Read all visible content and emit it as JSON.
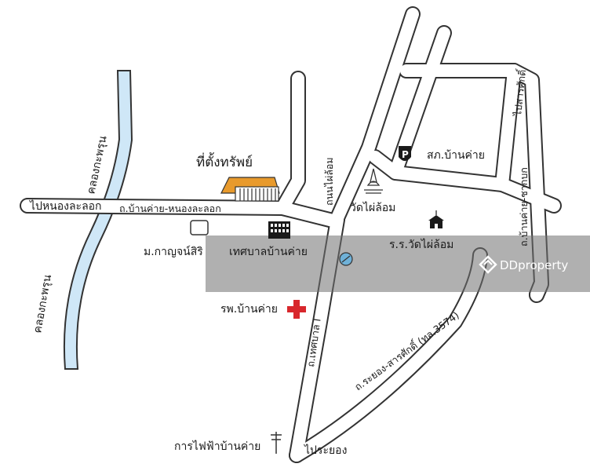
{
  "labels": {
    "property": "ที่ตั้งทรัพย์",
    "to_nong_la_lok": "ไปหนองละลอก",
    "road_ban_khai_nong_la_lok": "ถ.บ้านค่าย-หนองละลอก",
    "khlong_1": "คลองกะพรุน",
    "khlong_2": "คลองกะพรุน",
    "moo_ban": "ม.กาญจน์สิริ",
    "municipality": "เทศบาลบ้านค่าย",
    "hospital": "รพ.บ้านค่าย",
    "electric": "การไฟฟ้าบ้านค่าย",
    "to_rayong": "ไประยอง",
    "road_thetsaban": "ถ.เทศบาล I",
    "road_rayong_sarasak": "ถ.ระยอง-สารศักดิ์ (ทล.3574)",
    "road_phai_lom": "ถนนไผ่ล้อม",
    "road_pho_sarasak": "ไปสารศักดิ์",
    "road_right": "ถ.บ้านค่าย-ชากบก",
    "wat": "วัดไผ่ล้อม",
    "police": "สภ.บ้านค่าย",
    "school": "ร.ร.วัดไผ่ล้อม"
  },
  "watermark": {
    "text": "DDproperty"
  },
  "colors": {
    "road_fill": "#ffffff",
    "road_outline": "#333333",
    "canal": "#cfe7f7",
    "property": "#e89a2c",
    "hospital_cross": "#d8272c",
    "watermark_band": "#6f6f6f"
  },
  "icons": [
    "property-building-icon",
    "house-icon",
    "office-building-icon",
    "hospital-cross-icon",
    "temple-icon",
    "police-p-icon",
    "school-icon",
    "electric-pole-icon",
    "water-icon",
    "ddproperty-logo-icon"
  ]
}
